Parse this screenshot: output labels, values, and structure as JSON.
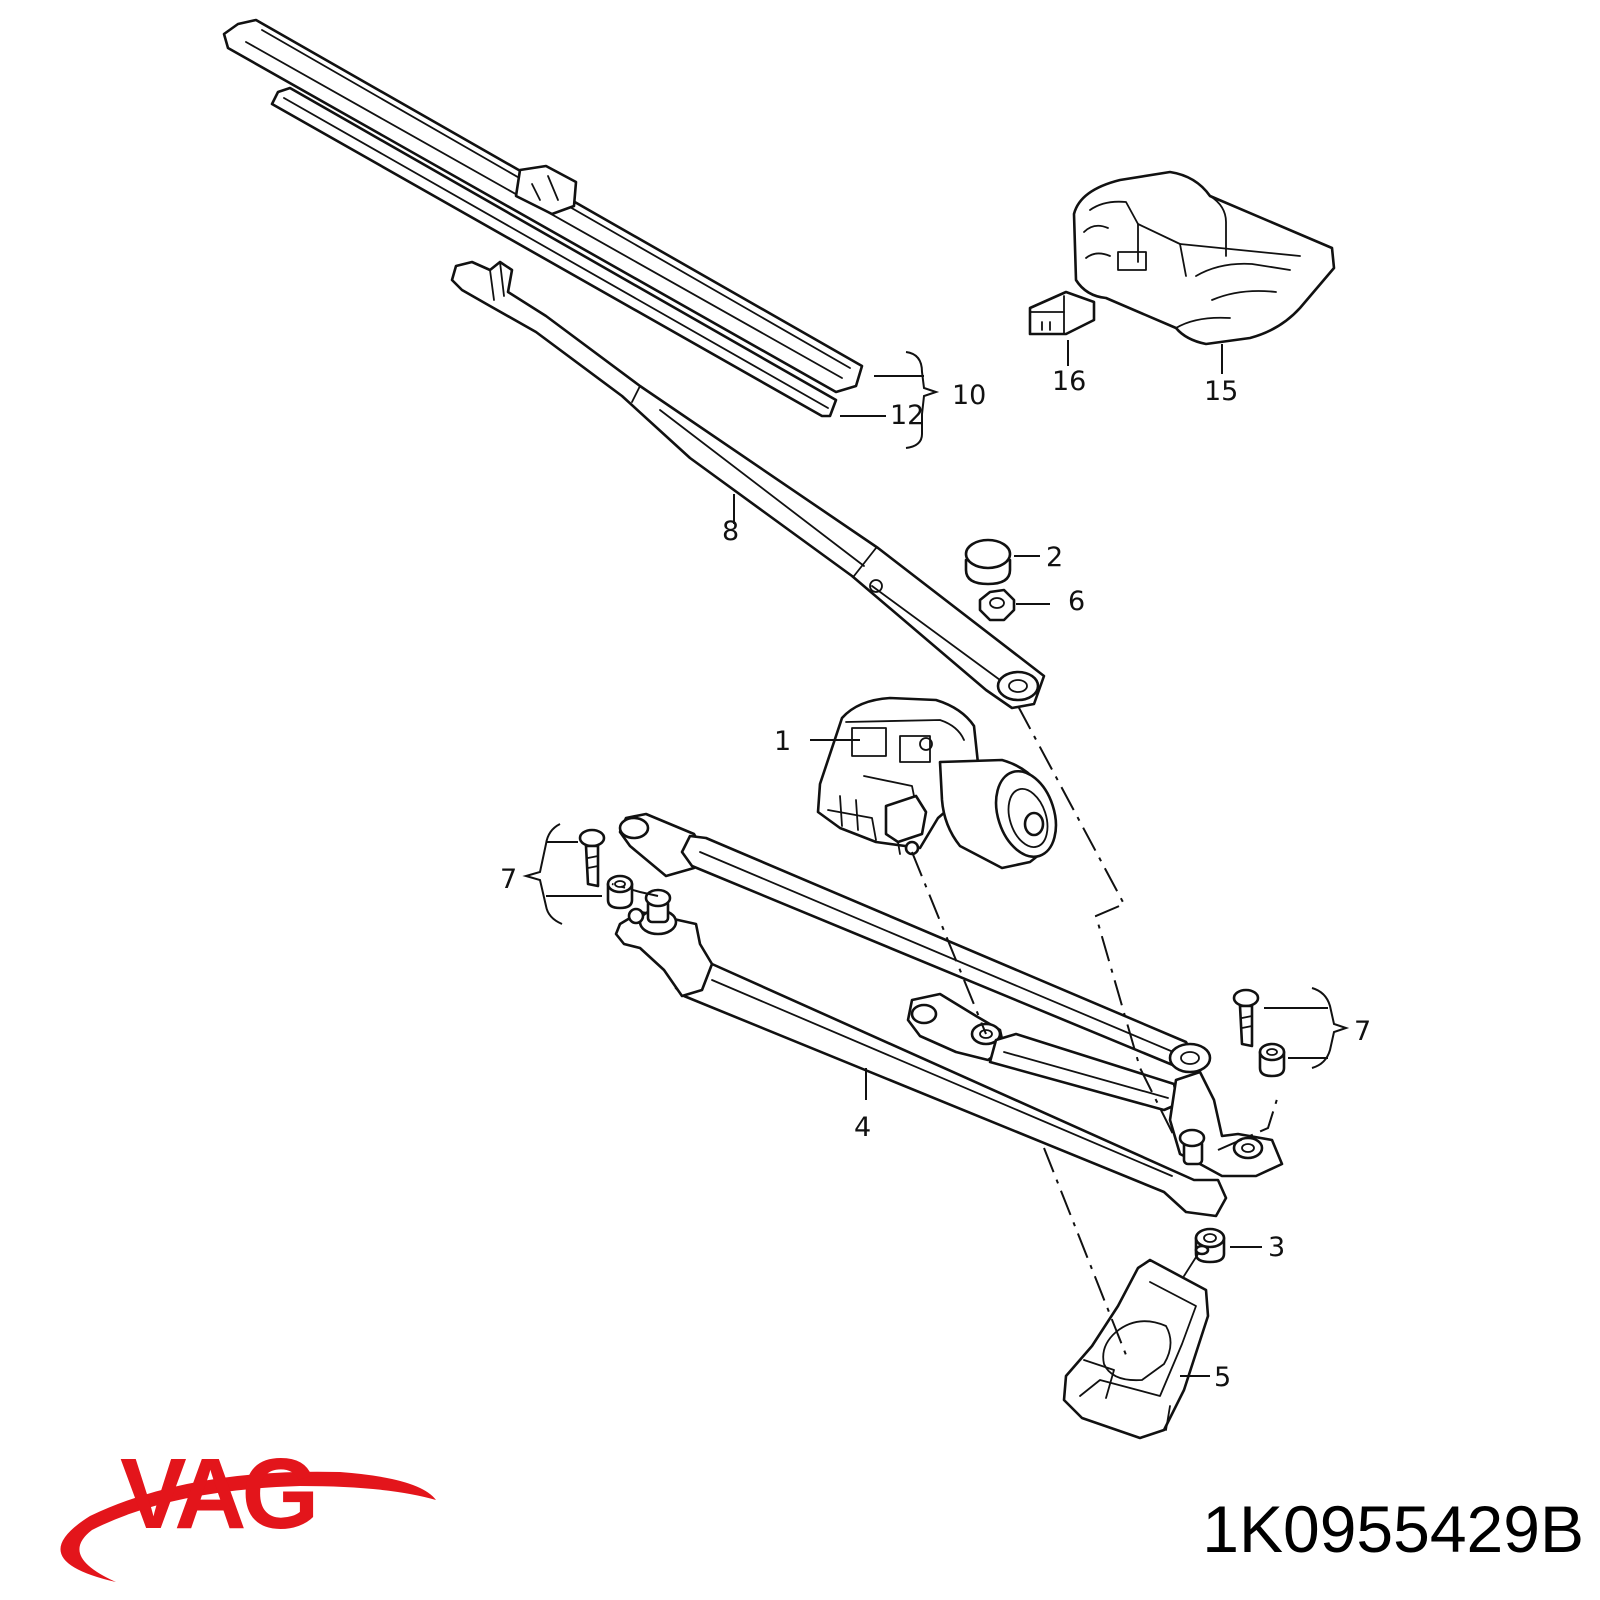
{
  "diagram": {
    "callouts": {
      "c1": "1",
      "c2": "2",
      "c3": "3",
      "c4": "4",
      "c5": "5",
      "c6": "6",
      "c7_left": "7",
      "c7_right": "7",
      "c8": "8",
      "c10": "10",
      "c12": "12",
      "c15": "15",
      "c16": "16"
    }
  },
  "brand": {
    "logo_text": "VAG",
    "logo_color": "#e3151b"
  },
  "part_number": "1K0955429B"
}
